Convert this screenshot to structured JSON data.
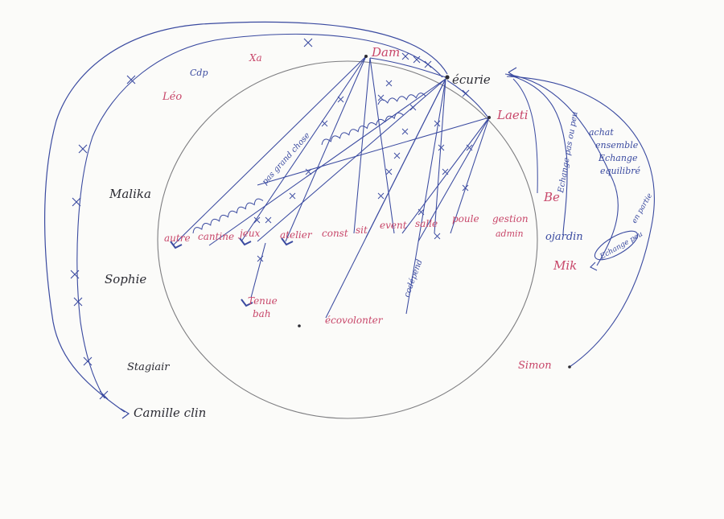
{
  "colors": {
    "paper": "#fbfbf9",
    "pen_blue": "#3a4aa0",
    "pen_red": "#c8476a",
    "pen_black": "#2b2b33",
    "pencil": "#7d7d80"
  },
  "center_node": "écurie",
  "inner_people": [
    "Dam",
    "Laeti",
    "Xa",
    "Cdp",
    "Léo"
  ],
  "outer_people": {
    "right": [
      "Be",
      "Mik",
      "Simon"
    ],
    "left": [
      "Malika",
      "Sophie",
      "Stagiair",
      "Camille clin"
    ]
  },
  "activities": [
    "autre",
    "cantine",
    "jeux",
    "atelier",
    "const",
    "sit",
    "event",
    "salle",
    "poule",
    "gestion",
    "admin",
    "ojardin",
    "Tenue",
    "bah",
    "écovolonter"
  ],
  "link_labels": {
    "spiral_link": "pas grand chose",
    "up_link": "codépend",
    "right_link": "Echange pas ou peu",
    "right_note": [
      "achat",
      "ensemble",
      "Echange",
      "equilibré"
    ],
    "circled_note": "Echange peu",
    "small_note": "en partie"
  }
}
